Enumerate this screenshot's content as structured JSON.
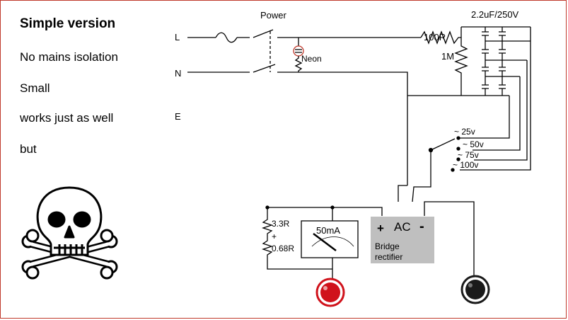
{
  "sidebar": {
    "title": "Simple version",
    "notes": [
      "No mains isolation",
      "Small",
      "works just as well",
      "but"
    ],
    "warning_icon": "skull-and-crossbones-icon"
  },
  "diagram": {
    "live_label": "L",
    "neutral_label": "N",
    "earth_label": "E",
    "power_label": "Power",
    "neon_label": "Neon",
    "resistor_100r_label": "100R",
    "resistor_1m_label": "1M",
    "capacitor_label": "2.2uF/250V",
    "selector_labels": [
      "~ 25v",
      "~ 50v",
      "~ 75v",
      "~ 100v"
    ],
    "shunt_label_1": "3.3R",
    "shunt_label_plus": "+",
    "shunt_label_2": "0.68R",
    "meter_label": "50mA",
    "rectifier_plus": "+",
    "rectifier_ac": "AC",
    "rectifier_minus": "-",
    "rectifier_label_1": "Bridge",
    "rectifier_label_2": "rectifier",
    "terminal_colors": {
      "positive": "#d0121b",
      "negative": "#1a1a1a"
    },
    "rectifier_fill": "#bfbfbf"
  }
}
